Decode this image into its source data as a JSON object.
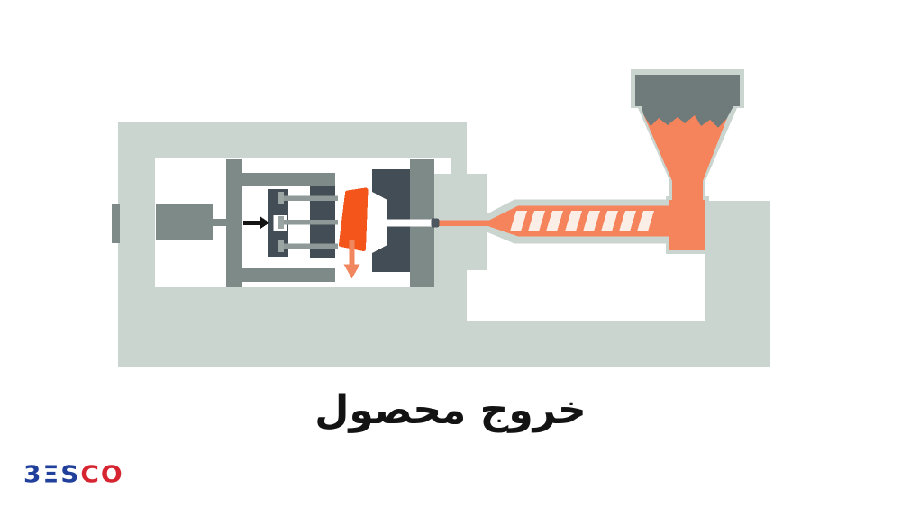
{
  "caption": {
    "text": "خروج محصول"
  },
  "logo": {
    "name": "BESCO",
    "glyphs": [
      {
        "char": "3",
        "color": "#21409b"
      },
      {
        "char": "Ξ",
        "color": "#21409b"
      },
      {
        "char": "S",
        "color": "#21409b"
      },
      {
        "char": "C",
        "color": "#d62531"
      },
      {
        "char": "O",
        "color": "#d62531"
      }
    ]
  },
  "icons": {
    "clamp_direction": "right-arrow-icon",
    "product_ejection": "down-arrow-icon"
  },
  "colors": {
    "background": "#ffffff",
    "frame_light": "#cbd5d0",
    "metal_mid": "#7d8a88",
    "mold_dark": "#424d55",
    "hopper_dark": "#6f7b7a",
    "plastic_salmon": "#f5845d",
    "screw_stripe_cream": "#faeee7",
    "product_orange": "#f3551b",
    "eject_arrow_salmon": "#f0875f",
    "clamp_arrow_black": "#141414",
    "pin_gray": "#8e9998",
    "nozzle_tip_gray": "#4d575f",
    "caption_text": "#131313"
  }
}
